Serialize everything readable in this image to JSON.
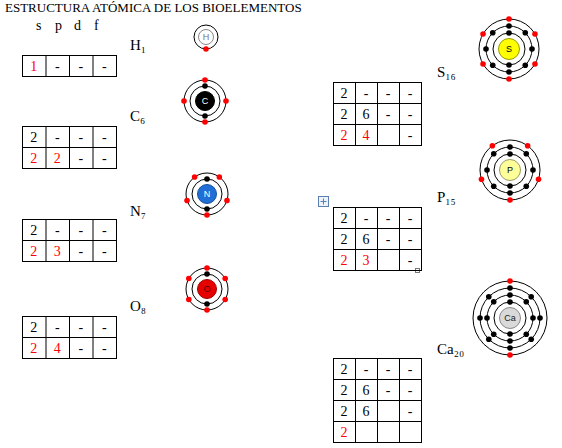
{
  "diagram": {
    "title": "ESTRUCTURA ATÓMICA DE LOS BIOELEMENTOS",
    "nodes": [
      {
        "text": [
          "H"
        ]
      },
      {
        "text": [
          "C"
        ]
      },
      {
        "text": [
          "N"
        ]
      },
      {
        "text": [
          "O"
        ]
      },
      {
        "text": [
          "S"
        ]
      },
      {
        "text": [
          "P"
        ]
      },
      {
        "text": [
          "Ca"
        ]
      }
    ],
    "labels": [
      "s",
      "p",
      "d",
      "f",
      "H₁",
      "1",
      "-",
      "-",
      "-",
      "C₆",
      "2",
      "-",
      "-",
      "-",
      "2",
      "2",
      "-",
      "-",
      "N₇",
      "2",
      "-",
      "-",
      "-",
      "2",
      "3",
      "-",
      "-",
      "O₈",
      "2",
      "-",
      "-",
      "-",
      "2",
      "4",
      "-",
      "-",
      "S₁₆",
      "2",
      "-",
      "-",
      "-",
      "2",
      "6",
      "-",
      "-",
      "2",
      "4",
      "-",
      "P₁₅",
      "2",
      "-",
      "-",
      "-",
      "2",
      "6",
      "-",
      "-",
      "2",
      "3",
      "-",
      "Ca₂₀",
      "2",
      "-",
      "-",
      "-",
      "2",
      "6",
      "-",
      "-",
      "2",
      "6",
      "-",
      "2"
    ]
  }
}
